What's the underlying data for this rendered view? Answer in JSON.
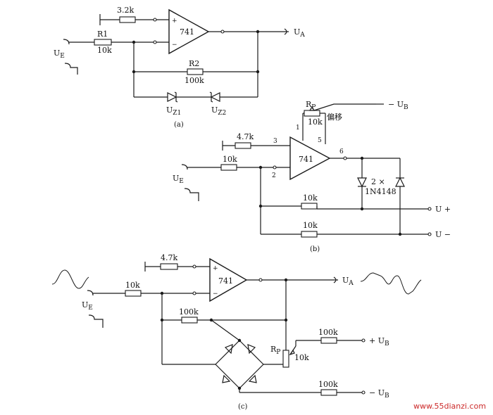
{
  "watermark": "www.55dianzi.com",
  "circuit_a": {
    "caption": "(a)",
    "r_noninv": "3.2k",
    "r1_name": "R1",
    "r1_value": "10k",
    "r2_name": "R2",
    "r2_value": "100k",
    "opamp": "741",
    "plus": "+",
    "minus": "−",
    "input": "U",
    "input_sub": "E",
    "output": "U",
    "output_sub": "A",
    "zener1": "U",
    "zener1_sub": "Z1",
    "zener2": "U",
    "zener2_sub": "Z2"
  },
  "circuit_b": {
    "caption": "(b)",
    "r_noninv": "4.7k",
    "r_in": "10k",
    "opamp": "741",
    "pin1": "1",
    "pin2": "2",
    "pin3": "3",
    "pin5": "5",
    "pin6": "6",
    "pot": "R",
    "pot_sub": "P",
    "pot_value": "10k",
    "offset": "偏移",
    "supply": "− U",
    "supply_sub": "B",
    "input": "U",
    "input_sub": "E",
    "diode_count": "2 ×",
    "diode_part": "1N4148",
    "r_fb1": "10k",
    "r_fb2": "10k",
    "out_plus": "U +",
    "out_minus": "U −"
  },
  "circuit_c": {
    "caption": "(c)",
    "r_noninv": "4.7k",
    "r_in": "10k",
    "r_fb": "100k",
    "opamp": "741",
    "plus": "+",
    "minus": "−",
    "input": "U",
    "input_sub": "E",
    "output": "U",
    "output_sub": "A",
    "pot": "R",
    "pot_sub": "P",
    "pot_value": "10k",
    "r_top": "100k",
    "r_bot": "100k",
    "supply_pos": "+ U",
    "supply_pos_sub": "B",
    "supply_neg": "− U",
    "supply_neg_sub": "B"
  }
}
